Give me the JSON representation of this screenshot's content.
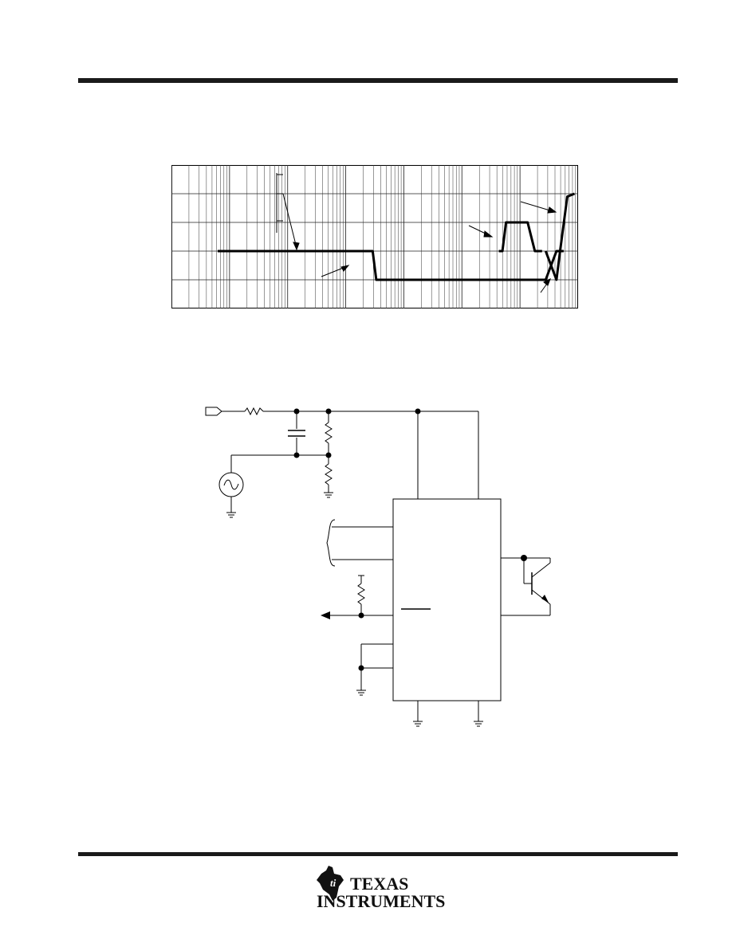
{
  "footer": {
    "logo_line1": "TEXAS",
    "logo_line2": "INSTRUMENTS"
  },
  "chart_data": {
    "type": "line",
    "title": "",
    "xlabel": "",
    "ylabel": "",
    "grid": true,
    "xscale": "log",
    "series": [
      {
        "name": "",
        "x": [
          0.0,
          0.31,
          0.43,
          0.44,
          0.78,
          0.91,
          0.94,
          0.96
        ],
        "y": [
          2,
          2,
          2,
          1,
          1,
          1,
          2,
          2
        ]
      },
      {
        "name": "",
        "x": [
          0.78,
          0.79,
          0.8,
          0.86,
          0.88,
          0.9
        ],
        "y": [
          2,
          2,
          3,
          3,
          2,
          2
        ]
      },
      {
        "name": "",
        "x": [
          0.91,
          0.94,
          0.95,
          0.97,
          0.99
        ],
        "y": [
          2,
          1,
          2,
          3.9,
          4
        ]
      }
    ],
    "ylim": [
      0,
      5
    ],
    "legend": "none"
  }
}
